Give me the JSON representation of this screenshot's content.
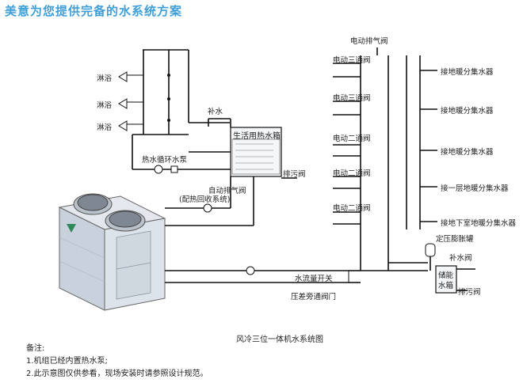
{
  "header": {
    "title": "美意为您提供完备的水系统方案"
  },
  "labels": {
    "shower": "淋浴",
    "makeup_water": "补水",
    "dhw_tank": "生活用热水箱",
    "hot_water_pump": "热水循环水泵",
    "drain_valve": "排污阀",
    "auto_air_vent": "自动排气阀",
    "heat_recovery": "(配热回收系统)",
    "electric_vent": "电动排气阀",
    "three_way_valve": "电动三通阀",
    "two_way_valve": "电动二通阀",
    "floor_manifold": "接地暖分集水器",
    "floor_manifold_1f": "接一层地暖分集水器",
    "floor_manifold_basement": "接地下室地暖分集水器",
    "expansion_tank": "定压膨胀罐",
    "makeup_valve": "补水阀",
    "storage_tank_line1": "储能",
    "storage_tank_line2": "水箱",
    "flow_switch": "水流量开关",
    "bypass_valve": "压差旁通阀门"
  },
  "caption": "风冷三位一体机水系统图",
  "notes": {
    "title": "备注:",
    "items": [
      "1.机组已经内置热水泵;",
      "2.此示意图仅供参看，现场安装时请参照设计规范。"
    ]
  },
  "colors": {
    "header": "#3f9fd6",
    "unit_body": "#d6dde6",
    "pipe": "#111111"
  }
}
